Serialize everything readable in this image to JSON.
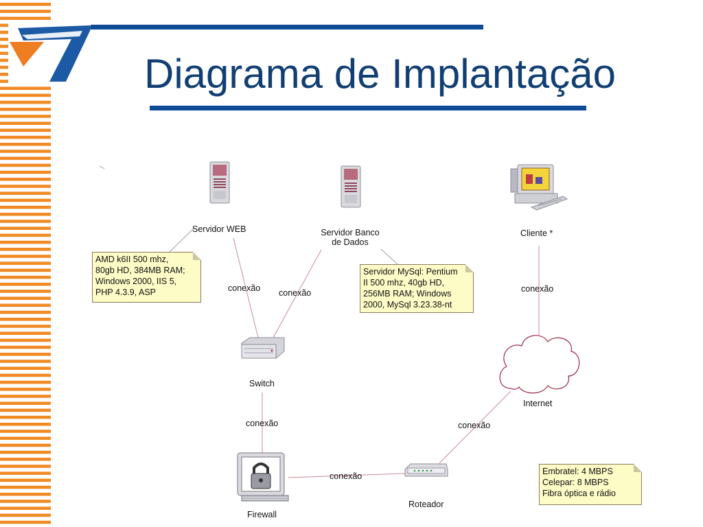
{
  "slide": {
    "title": "Diagrama de Implantação",
    "colors": {
      "title": "#123f73",
      "rule": "#0f4c97",
      "stripe": "#f08a24",
      "logo_blue": "#1d5aa6",
      "logo_orange": "#ef7d22",
      "note_bg": "#fdfbc6",
      "link": "#c98a95"
    }
  },
  "nodes": {
    "web_server": {
      "label": "Servidor WEB",
      "icon": "server-tower-icon"
    },
    "db_server": {
      "label_line1": "Servidor Banco",
      "label_line2": "de Dados",
      "icon": "server-tower-icon"
    },
    "client": {
      "label": "Cliente *",
      "icon": "desktop-computer-icon"
    },
    "switch": {
      "label": "Switch",
      "icon": "network-switch-icon"
    },
    "internet": {
      "label": "Internet",
      "icon": "cloud-icon"
    },
    "firewall": {
      "label": "Firewall",
      "icon": "padlock-monitor-icon"
    },
    "router": {
      "label": "Roteador",
      "icon": "router-icon"
    }
  },
  "connections": {
    "web_switch": "conexão",
    "db_switch": "conexão",
    "client_internet": "conexão",
    "switch_firewall": "conexão",
    "internet_router": "conexão",
    "firewall_router": "conexão"
  },
  "notes": {
    "web": [
      "AMD k6II 500 mhz,",
      "80gb HD, 384MB RAM;",
      "Windows 2000, IIS 5,",
      "PHP 4.3.9, ASP"
    ],
    "db": [
      "Servidor MySql: Pentium",
      "II 500 mhz, 40gb HD,",
      "256MB RAM; Windows",
      "2000, MySql 3.23.38-nt"
    ],
    "links": [
      "Embratel: 4 MBPS",
      "Celepar: 8 MBPS",
      "Fibra óptica e rádio"
    ]
  }
}
